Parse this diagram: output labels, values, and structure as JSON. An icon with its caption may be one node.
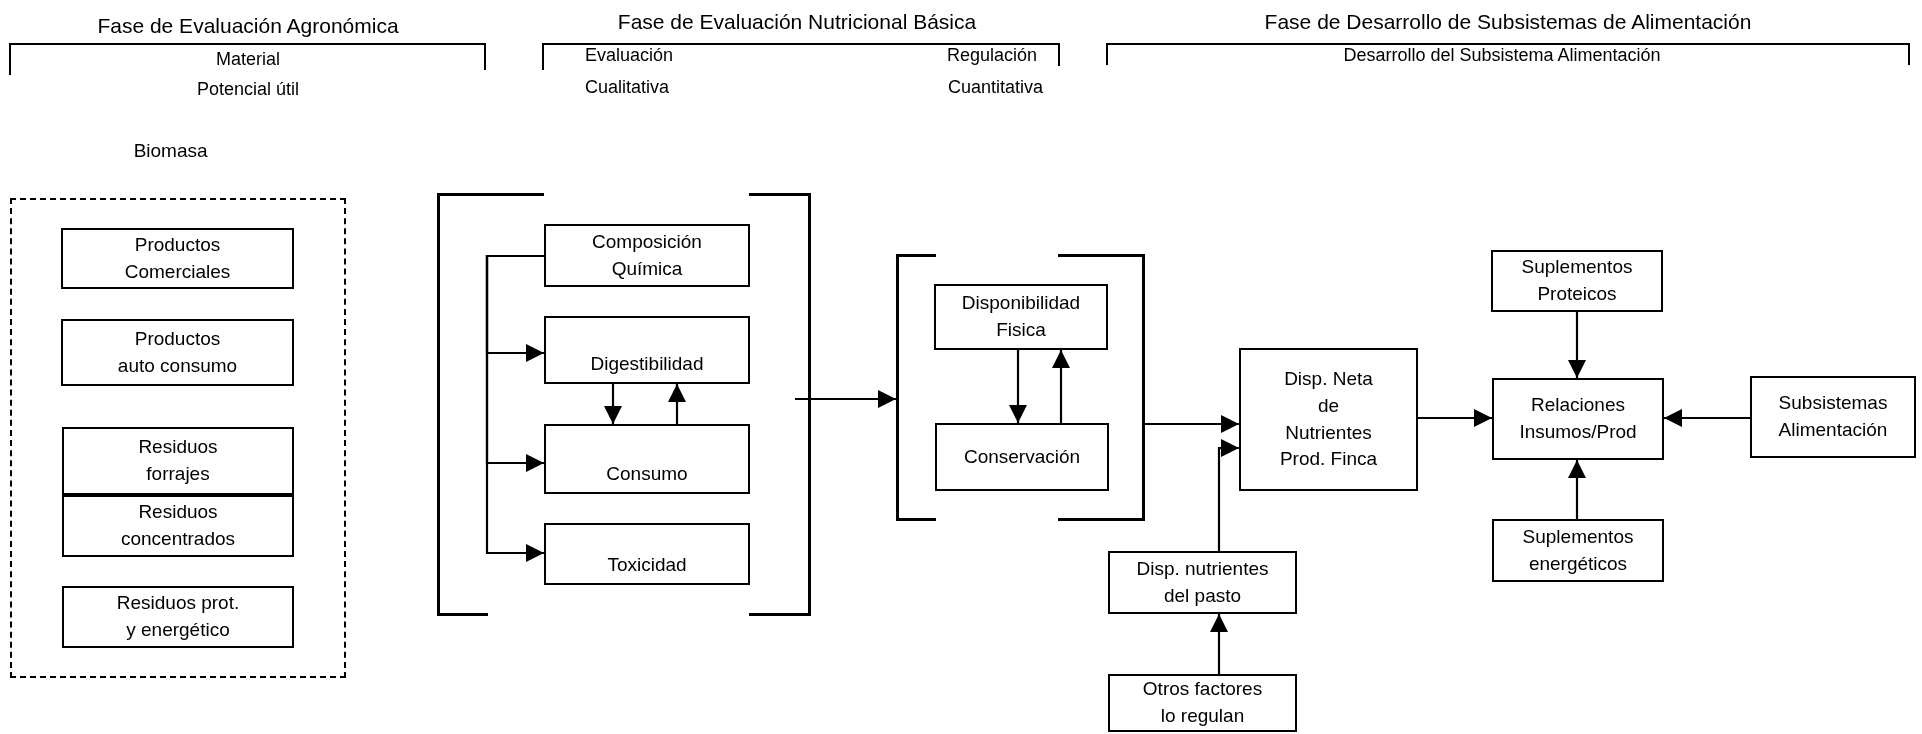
{
  "diagram": {
    "nodes": [
      {
        "text": [
          "Biomasa"
        ]
      },
      {
        "text": [
          "Productos Comerciales"
        ],
        "in": 0
      },
      {
        "text": [
          "Productos auto consumo"
        ],
        "in": 0
      },
      {
        "text": [
          "Residuos forrajes"
        ],
        "in": 0
      },
      {
        "text": [
          "Residuos concentrados"
        ],
        "in": 0
      },
      {
        "text": [
          "Residuos prot. y energético"
        ],
        "in": 0
      },
      {
        "text": [],
        "shape": "bracket"
      },
      {
        "text": [
          "Composición Química"
        ],
        "in": 6
      },
      {
        "text": [
          "Digestibilidad"
        ],
        "in": 6
      },
      {
        "text": [
          "Consumo"
        ],
        "in": 6
      },
      {
        "text": [
          "Toxicidad"
        ],
        "in": 6
      },
      {
        "text": [],
        "shape": "bracket"
      },
      {
        "text": [
          "Disponibilidad Fisica"
        ],
        "in": 11
      },
      {
        "text": [
          "Conservación"
        ],
        "in": 11
      },
      {
        "text": [
          "Disp. nutrientes del pasto"
        ]
      },
      {
        "text": [
          "Otros factores lo regulan"
        ]
      },
      {
        "text": [
          "Disp. Neta de Nutrientes Prod. Finca"
        ]
      },
      {
        "text": [
          "Suplementos Proteicos"
        ]
      },
      {
        "text": [
          "Relaciones Insumos/Prod"
        ]
      },
      {
        "text": [
          "Suplementos energéticos"
        ]
      },
      {
        "text": [
          "Subsistemas Alimentación"
        ]
      }
    ],
    "edges": [
      {
        "from": 7,
        "to": 8,
        "arrow": "to"
      },
      {
        "from": 7,
        "to": 9,
        "arrow": "to"
      },
      {
        "from": 7,
        "to": 10,
        "arrow": "to"
      },
      {
        "from": 8,
        "to": 9,
        "arrow": "to"
      },
      {
        "from": 9,
        "to": 8,
        "arrow": "to"
      },
      {
        "from": 6,
        "to": 11,
        "arrow": "to"
      },
      {
        "from": 12,
        "to": 13,
        "arrow": "to"
      },
      {
        "from": 13,
        "to": 12,
        "arrow": "to"
      },
      {
        "from": 11,
        "to": 16,
        "arrow": "to"
      },
      {
        "from": 14,
        "to": 16,
        "arrow": "to"
      },
      {
        "from": 15,
        "to": 14,
        "arrow": "to"
      },
      {
        "from": 16,
        "to": 18,
        "arrow": "to"
      },
      {
        "from": 17,
        "to": 18,
        "arrow": "to"
      },
      {
        "from": 19,
        "to": 18,
        "arrow": "to"
      },
      {
        "from": 20,
        "to": 18,
        "arrow": "to"
      }
    ],
    "labels": [
      "Fase de Evaluación Agronómica",
      "Fase de Evaluación Nutricional Básica",
      "Fase de Desarrollo de Subsistemas de Alimentación",
      "Material",
      "Evaluación",
      "Regulación",
      "Desarrollo del Subsistema Alimentación",
      "Potencial útil",
      "Cualitativa",
      "Cuantitativa"
    ]
  }
}
